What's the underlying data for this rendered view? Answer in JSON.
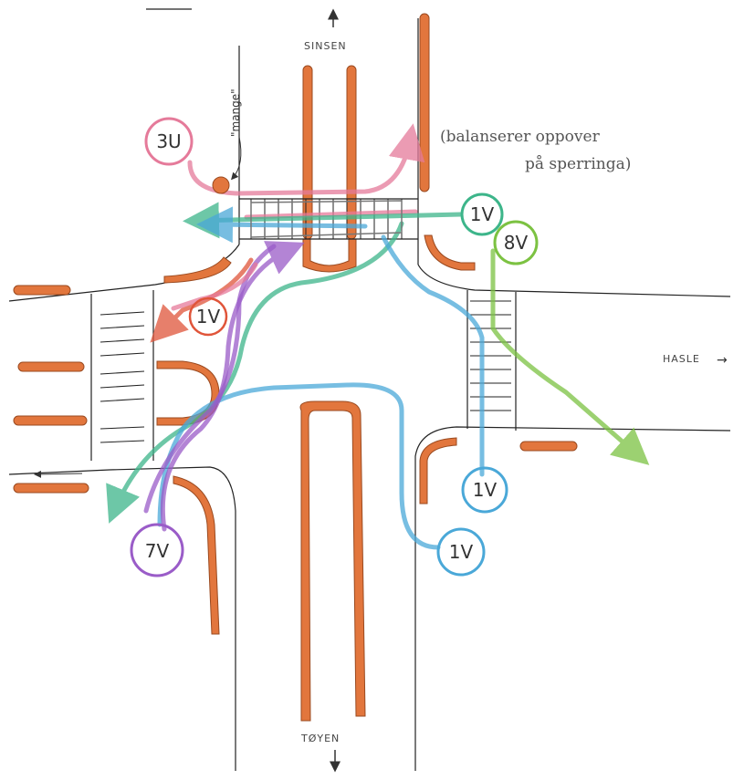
{
  "directions": {
    "north": "SINSEN",
    "south": "TØYEN",
    "east": "HASLE",
    "east_arrow": "→"
  },
  "annotations": {
    "note_line1": "(balanserer oppover",
    "note_line2": "på sperringa)",
    "mange": "\"mange\""
  },
  "circles": [
    {
      "label": "3U",
      "color": "#e57a9a"
    },
    {
      "label": "1V",
      "color": "#3db58a"
    },
    {
      "label": "8V",
      "color": "#7cc242"
    },
    {
      "label": "1V",
      "color": "#4aa8d8"
    },
    {
      "label": "1V",
      "color": "#4aa8d8"
    },
    {
      "label": "7V",
      "color": "#9a5cc8"
    },
    {
      "label": "1V",
      "color": "#e0553a"
    }
  ],
  "colors": {
    "curb": "#e2763d",
    "pink": "#e57a9a",
    "teal": "#3db58a",
    "green": "#7cc242",
    "blue": "#4aa8d8",
    "purple": "#9a5cc8",
    "red": "#e0553a",
    "dot": "#e2763d"
  }
}
